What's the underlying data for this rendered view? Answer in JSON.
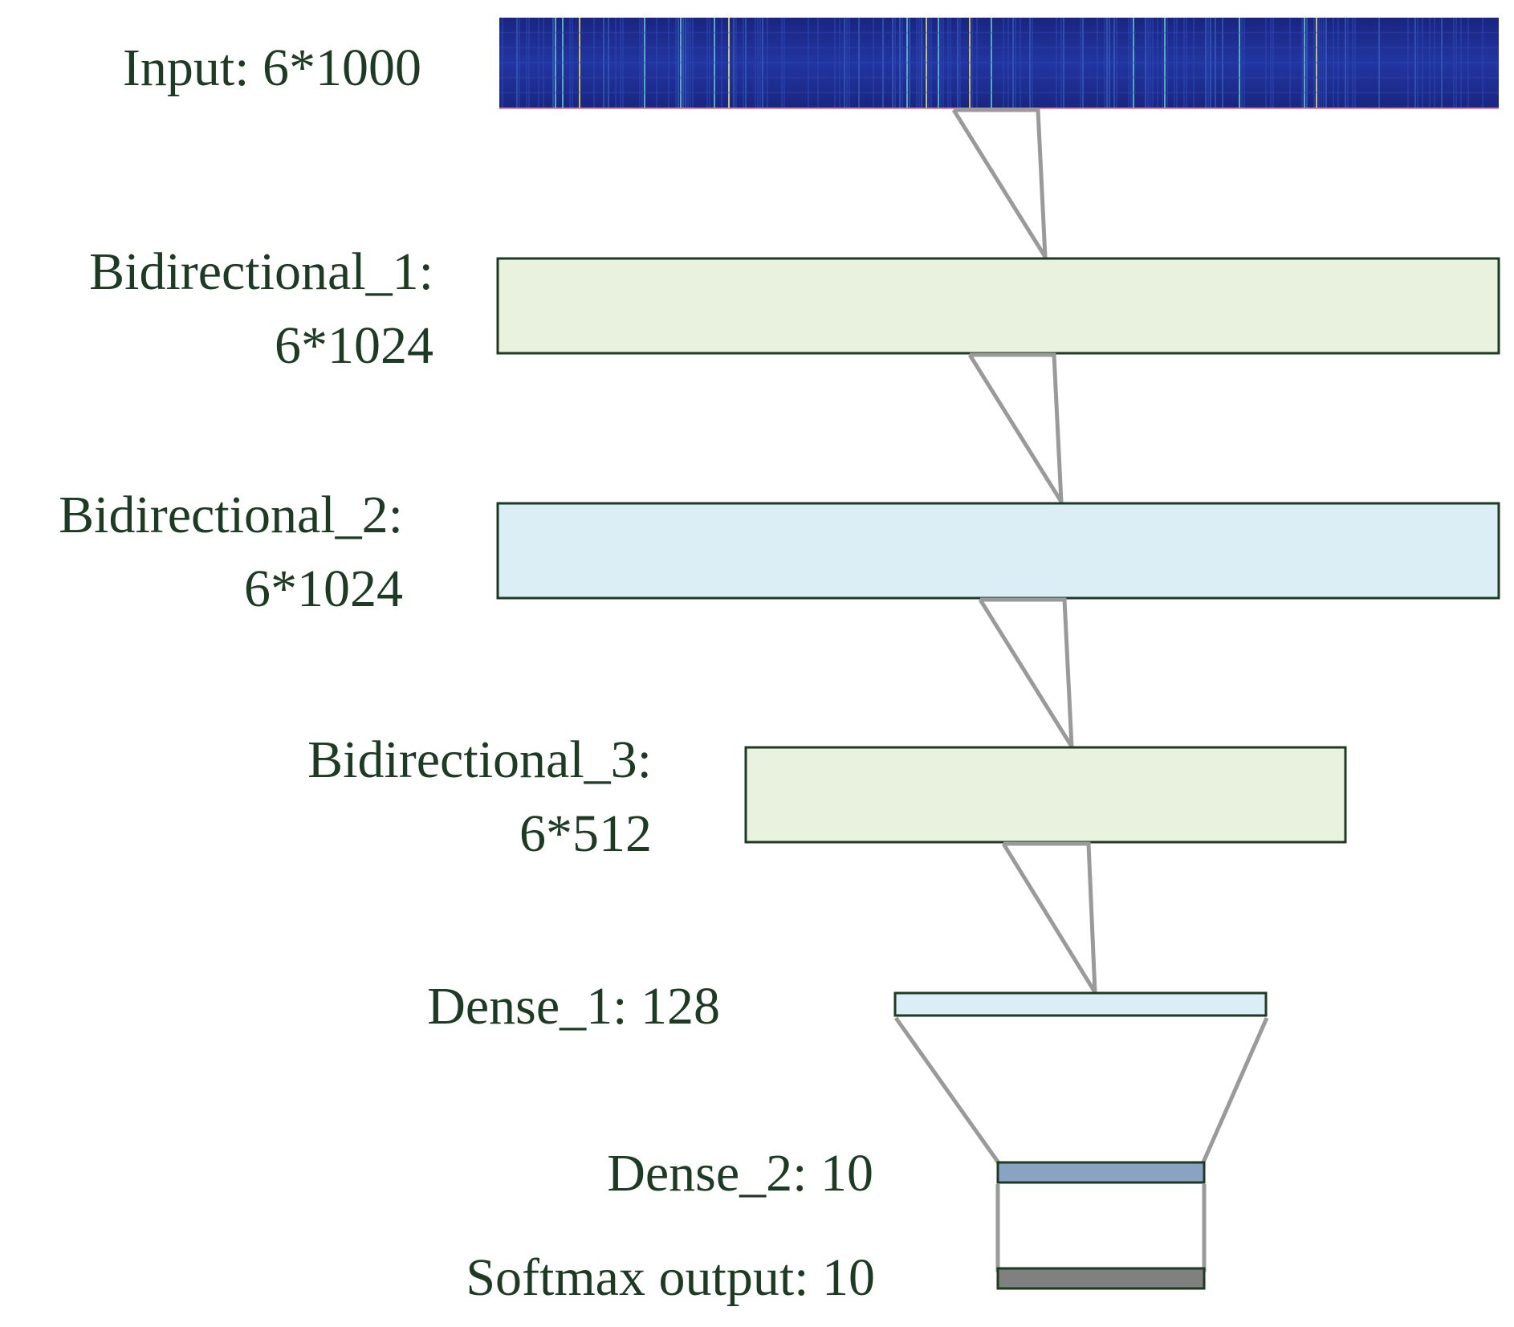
{
  "layers": {
    "input": {
      "label": "Input: 6*1000"
    },
    "bidirectional_1": {
      "label_line1": "Bidirectional_1:",
      "label_line2": "6*1024",
      "fill": "#e9f1df"
    },
    "bidirectional_2": {
      "label_line1": "Bidirectional_2:",
      "label_line2": "6*1024",
      "fill": "#dbeef5"
    },
    "bidirectional_3": {
      "label_line1": "Bidirectional_3:",
      "label_line2": "6*512",
      "fill": "#e9f1df"
    },
    "dense_1": {
      "label": "Dense_1: 128",
      "fill": "#dbeef5"
    },
    "dense_2": {
      "label": "Dense_2: 10",
      "fill": "#8ba3c2"
    },
    "softmax_output": {
      "label": "Softmax output: 10",
      "fill": "#808080"
    }
  },
  "colors": {
    "text": "#1d3a22",
    "box_border": "#1d3a22",
    "connector": "#9a9a9a",
    "input_heatmap_base": "#1c2a8c"
  }
}
